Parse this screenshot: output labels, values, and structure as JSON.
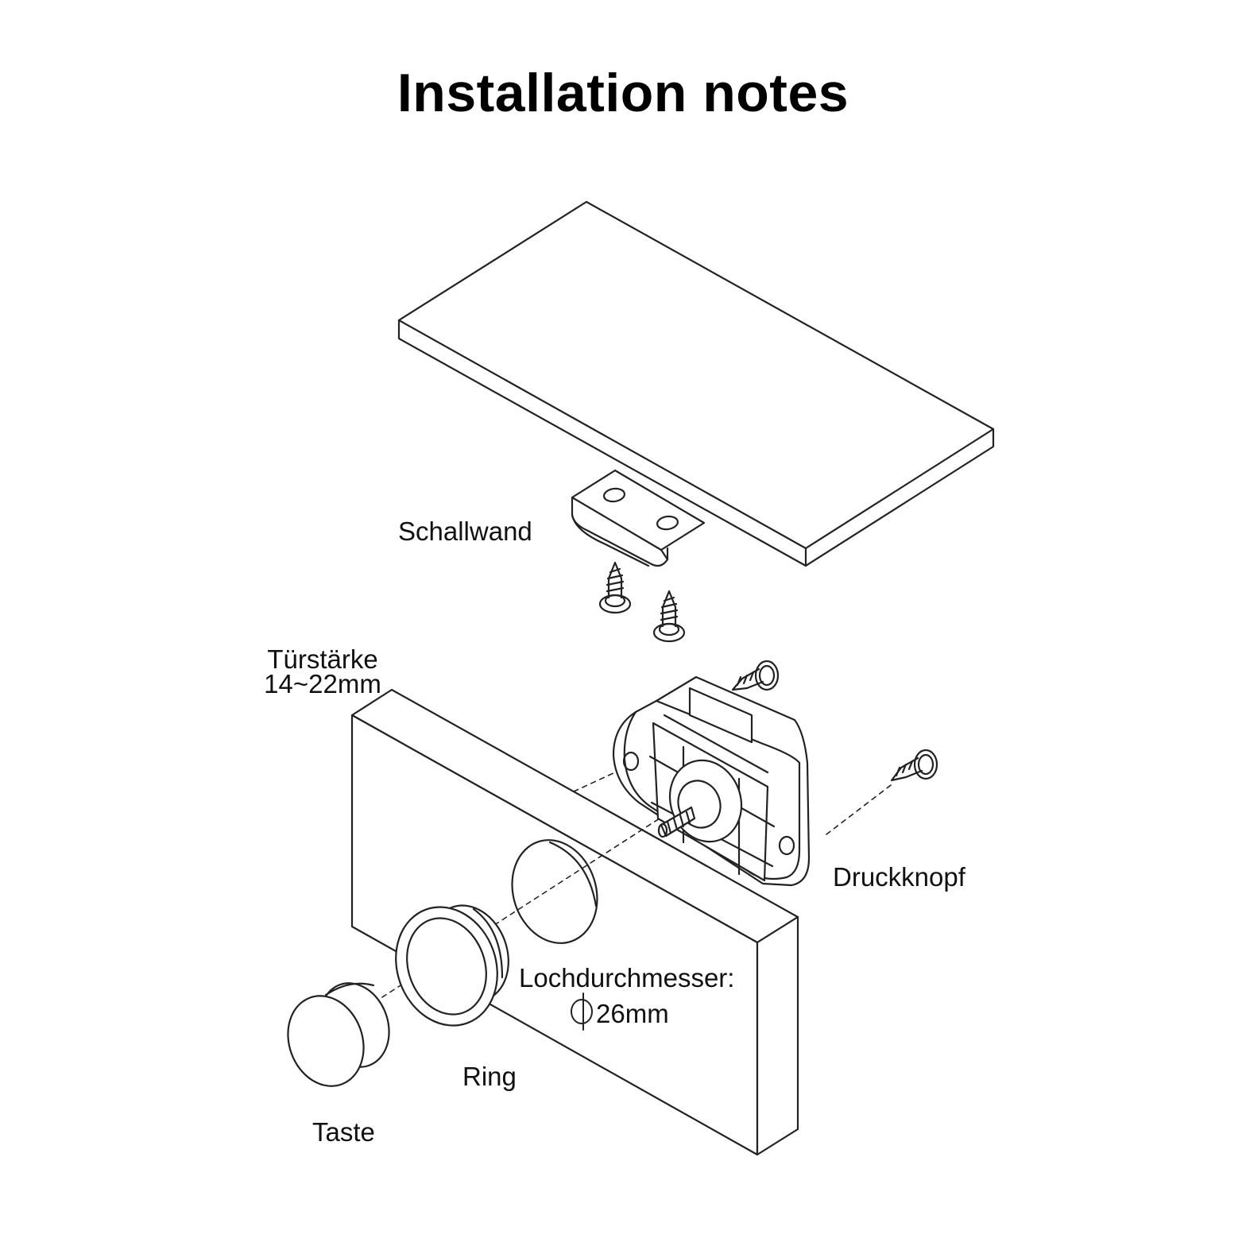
{
  "title": "Installation notes",
  "labels": {
    "baffle": "Schallwand",
    "door_thickness": "Türstärke",
    "door_thickness_value": "14~22mm",
    "push_button": "Druckknopf",
    "hole_diameter": "Lochdurchmesser:",
    "hole_diameter_value": "26mm",
    "ring": "Ring",
    "button": "Taste"
  },
  "colors": {
    "line": "#222222",
    "background": "#ffffff"
  }
}
